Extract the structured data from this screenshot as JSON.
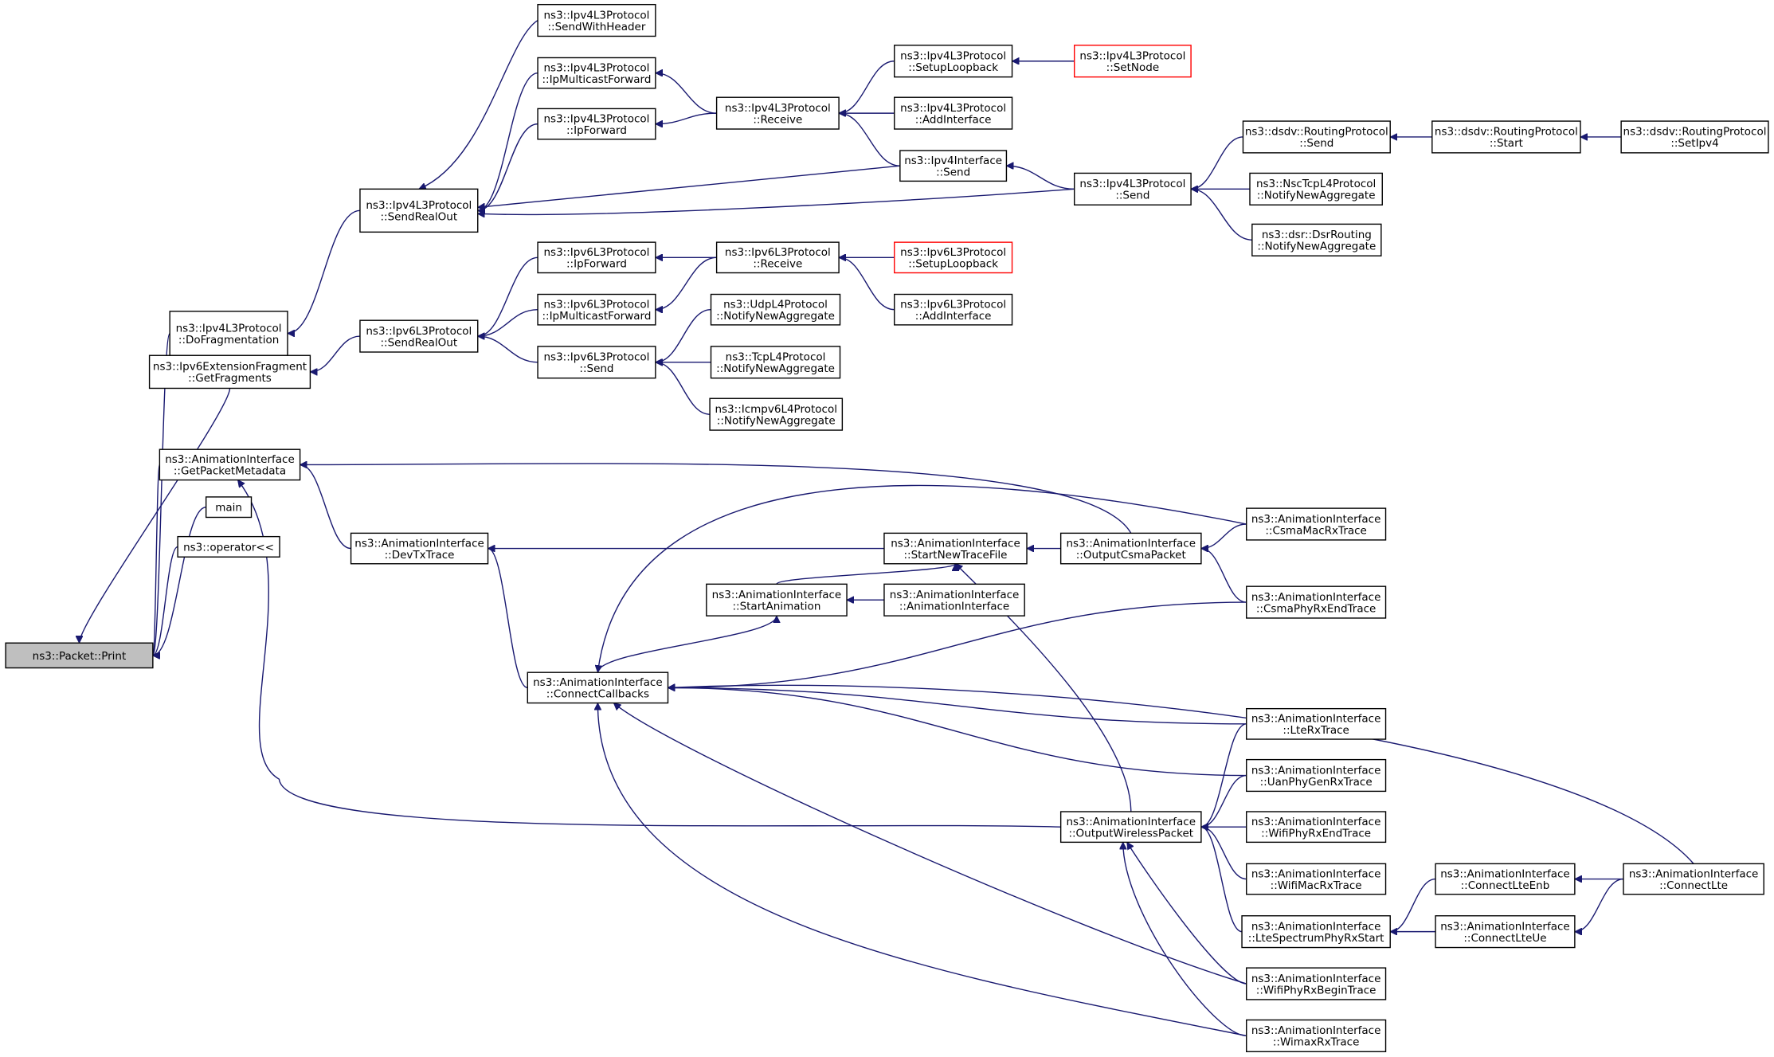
{
  "graph": {
    "title": "",
    "nodes": [
      {
        "id": "root",
        "lines": [
          "ns3::Packet::Print"
        ],
        "style": "root"
      },
      {
        "id": "ipv4frag",
        "lines": [
          "ns3::Ipv4L3Protocol",
          "::DoFragmentation"
        ]
      },
      {
        "id": "ipv4sro",
        "lines": [
          "ns3::Ipv4L3Protocol",
          "::SendRealOut"
        ]
      },
      {
        "id": "ipv4swh",
        "lines": [
          "ns3::Ipv4L3Protocol",
          "::SendWithHeader"
        ]
      },
      {
        "id": "ipv4mcf",
        "lines": [
          "ns3::Ipv4L3Protocol",
          "::IpMulticastForward"
        ]
      },
      {
        "id": "ipv4fwd",
        "lines": [
          "ns3::Ipv4L3Protocol",
          "::IpForward"
        ]
      },
      {
        "id": "ipv4recv",
        "lines": [
          "ns3::Ipv4L3Protocol",
          "::Receive"
        ]
      },
      {
        "id": "ipv4loop",
        "lines": [
          "ns3::Ipv4L3Protocol",
          "::SetupLoopback"
        ]
      },
      {
        "id": "ipv4setnode",
        "lines": [
          "ns3::Ipv4L3Protocol",
          "::SetNode"
        ],
        "style": "red"
      },
      {
        "id": "ipv4addif",
        "lines": [
          "ns3::Ipv4L3Protocol",
          "::AddInterface"
        ]
      },
      {
        "id": "ipv4ifsend",
        "lines": [
          "ns3::Ipv4Interface",
          "::Send"
        ]
      },
      {
        "id": "ipv4send",
        "lines": [
          "ns3::Ipv4L3Protocol",
          "::Send"
        ]
      },
      {
        "id": "dsdvsend",
        "lines": [
          "ns3::dsdv::RoutingProtocol",
          "::Send"
        ]
      },
      {
        "id": "dsdvstart",
        "lines": [
          "ns3::dsdv::RoutingProtocol",
          "::Start"
        ]
      },
      {
        "id": "dsdvsetipv4",
        "lines": [
          "ns3::dsdv::RoutingProtocol",
          "::SetIpv4"
        ]
      },
      {
        "id": "nsctcp",
        "lines": [
          "ns3::NscTcpL4Protocol",
          "::NotifyNewAggregate"
        ]
      },
      {
        "id": "dsr",
        "lines": [
          "ns3::dsr::DsrRouting",
          "::NotifyNewAggregate"
        ]
      },
      {
        "id": "ipv6frag",
        "lines": [
          "ns3::Ipv6ExtensionFragment",
          "::GetFragments"
        ]
      },
      {
        "id": "ipv6sro",
        "lines": [
          "ns3::Ipv6L3Protocol",
          "::SendRealOut"
        ]
      },
      {
        "id": "ipv6fwd",
        "lines": [
          "ns3::Ipv6L3Protocol",
          "::IpForward"
        ]
      },
      {
        "id": "ipv6mcf",
        "lines": [
          "ns3::Ipv6L3Protocol",
          "::IpMulticastForward"
        ]
      },
      {
        "id": "ipv6send",
        "lines": [
          "ns3::Ipv6L3Protocol",
          "::Send"
        ]
      },
      {
        "id": "ipv6recv",
        "lines": [
          "ns3::Ipv6L3Protocol",
          "::Receive"
        ]
      },
      {
        "id": "ipv6loop",
        "lines": [
          "ns3::Ipv6L3Protocol",
          "::SetupLoopback"
        ],
        "style": "red"
      },
      {
        "id": "ipv6addif",
        "lines": [
          "ns3::Ipv6L3Protocol",
          "::AddInterface"
        ]
      },
      {
        "id": "udp",
        "lines": [
          "ns3::UdpL4Protocol",
          "::NotifyNewAggregate"
        ]
      },
      {
        "id": "tcp",
        "lines": [
          "ns3::TcpL4Protocol",
          "::NotifyNewAggregate"
        ]
      },
      {
        "id": "icmpv6",
        "lines": [
          "ns3::Icmpv6L4Protocol",
          "::NotifyNewAggregate"
        ]
      },
      {
        "id": "getmeta",
        "lines": [
          "ns3::AnimationInterface",
          "::GetPacketMetadata"
        ]
      },
      {
        "id": "main",
        "lines": [
          "main"
        ]
      },
      {
        "id": "oplt",
        "lines": [
          "ns3::operator<<"
        ]
      },
      {
        "id": "devtx",
        "lines": [
          "ns3::AnimationInterface",
          "::DevTxTrace"
        ]
      },
      {
        "id": "startntf",
        "lines": [
          "ns3::AnimationInterface",
          "::StartNewTraceFile"
        ]
      },
      {
        "id": "outcsma",
        "lines": [
          "ns3::AnimationInterface",
          "::OutputCsmaPacket"
        ]
      },
      {
        "id": "csmamac",
        "lines": [
          "ns3::AnimationInterface",
          "::CsmaMacRxTrace"
        ]
      },
      {
        "id": "csmaphy",
        "lines": [
          "ns3::AnimationInterface",
          "::CsmaPhyRxEndTrace"
        ]
      },
      {
        "id": "startanim",
        "lines": [
          "ns3::AnimationInterface",
          "::StartAnimation"
        ]
      },
      {
        "id": "animctor",
        "lines": [
          "ns3::AnimationInterface",
          "::AnimationInterface"
        ]
      },
      {
        "id": "connect",
        "lines": [
          "ns3::AnimationInterface",
          "::ConnectCallbacks"
        ]
      },
      {
        "id": "lterx",
        "lines": [
          "ns3::AnimationInterface",
          "::LteRxTrace"
        ]
      },
      {
        "id": "uan",
        "lines": [
          "ns3::AnimationInterface",
          "::UanPhyGenRxTrace"
        ]
      },
      {
        "id": "outwl",
        "lines": [
          "ns3::AnimationInterface",
          "::OutputWirelessPacket"
        ]
      },
      {
        "id": "wifiphyend",
        "lines": [
          "ns3::AnimationInterface",
          "::WifiPhyRxEndTrace"
        ]
      },
      {
        "id": "wifimac",
        "lines": [
          "ns3::AnimationInterface",
          "::WifiMacRxTrace"
        ]
      },
      {
        "id": "ltespec",
        "lines": [
          "ns3::AnimationInterface",
          "::LteSpectrumPhyRxStart"
        ]
      },
      {
        "id": "wifiphybegin",
        "lines": [
          "ns3::AnimationInterface",
          "::WifiPhyRxBeginTrace"
        ]
      },
      {
        "id": "wimax",
        "lines": [
          "ns3::AnimationInterface",
          "::WimaxRxTrace"
        ]
      },
      {
        "id": "ltenb",
        "lines": [
          "ns3::AnimationInterface",
          "::ConnectLteEnb"
        ]
      },
      {
        "id": "lteue",
        "lines": [
          "ns3::AnimationInterface",
          "::ConnectLteUe"
        ]
      },
      {
        "id": "connlte",
        "lines": [
          "ns3::AnimationInterface",
          "::ConnectLte"
        ]
      }
    ],
    "edges": [
      [
        "ipv4frag",
        "root"
      ],
      [
        "ipv6frag",
        "root"
      ],
      [
        "getmeta",
        "root"
      ],
      [
        "main",
        "root"
      ],
      [
        "oplt",
        "root"
      ],
      [
        "ipv4sro",
        "ipv4frag"
      ],
      [
        "ipv4swh",
        "ipv4sro"
      ],
      [
        "ipv4mcf",
        "ipv4sro"
      ],
      [
        "ipv4fwd",
        "ipv4sro"
      ],
      [
        "ipv4ifsend",
        "ipv4sro"
      ],
      [
        "ipv4send",
        "ipv4sro"
      ],
      [
        "ipv4recv",
        "ipv4mcf"
      ],
      [
        "ipv4recv",
        "ipv4fwd"
      ],
      [
        "ipv4loop",
        "ipv4recv"
      ],
      [
        "ipv4addif",
        "ipv4recv"
      ],
      [
        "ipv4ifsend",
        "ipv4recv"
      ],
      [
        "ipv4setnode",
        "ipv4loop"
      ],
      [
        "ipv4send",
        "ipv4ifsend"
      ],
      [
        "dsdvsend",
        "ipv4send"
      ],
      [
        "nsctcp",
        "ipv4send"
      ],
      [
        "dsr",
        "ipv4send"
      ],
      [
        "dsdvstart",
        "dsdvsend"
      ],
      [
        "dsdvsetipv4",
        "dsdvstart"
      ],
      [
        "ipv6sro",
        "ipv6frag"
      ],
      [
        "ipv6fwd",
        "ipv6sro"
      ],
      [
        "ipv6mcf",
        "ipv6sro"
      ],
      [
        "ipv6send",
        "ipv6sro"
      ],
      [
        "ipv6recv",
        "ipv6fwd"
      ],
      [
        "ipv6recv",
        "ipv6mcf"
      ],
      [
        "ipv6loop",
        "ipv6recv"
      ],
      [
        "ipv6addif",
        "ipv6recv"
      ],
      [
        "udp",
        "ipv6send"
      ],
      [
        "tcp",
        "ipv6send"
      ],
      [
        "icmpv6",
        "ipv6send"
      ],
      [
        "devtx",
        "getmeta"
      ],
      [
        "outcsma",
        "getmeta"
      ],
      [
        "outwl",
        "getmeta"
      ],
      [
        "connect",
        "devtx"
      ],
      [
        "startntf",
        "devtx"
      ],
      [
        "outcsma",
        "startntf"
      ],
      [
        "outwl",
        "startntf"
      ],
      [
        "startanim",
        "startntf"
      ],
      [
        "csmamac",
        "outcsma"
      ],
      [
        "csmaphy",
        "outcsma"
      ],
      [
        "animctor",
        "startanim"
      ],
      [
        "connect",
        "startanim"
      ],
      [
        "csmamac",
        "connect"
      ],
      [
        "csmaphy",
        "connect"
      ],
      [
        "lterx",
        "connect"
      ],
      [
        "uan",
        "connect"
      ],
      [
        "wifiphybegin",
        "connect"
      ],
      [
        "wimax",
        "connect"
      ],
      [
        "connlte",
        "connect"
      ],
      [
        "lterx",
        "outwl"
      ],
      [
        "uan",
        "outwl"
      ],
      [
        "wifiphyend",
        "outwl"
      ],
      [
        "wifimac",
        "outwl"
      ],
      [
        "ltespec",
        "outwl"
      ],
      [
        "wifiphybegin",
        "outwl"
      ],
      [
        "wimax",
        "outwl"
      ],
      [
        "ltenb",
        "ltespec"
      ],
      [
        "lteue",
        "ltespec"
      ],
      [
        "connlte",
        "ltenb"
      ],
      [
        "connlte",
        "lteue"
      ]
    ]
  }
}
